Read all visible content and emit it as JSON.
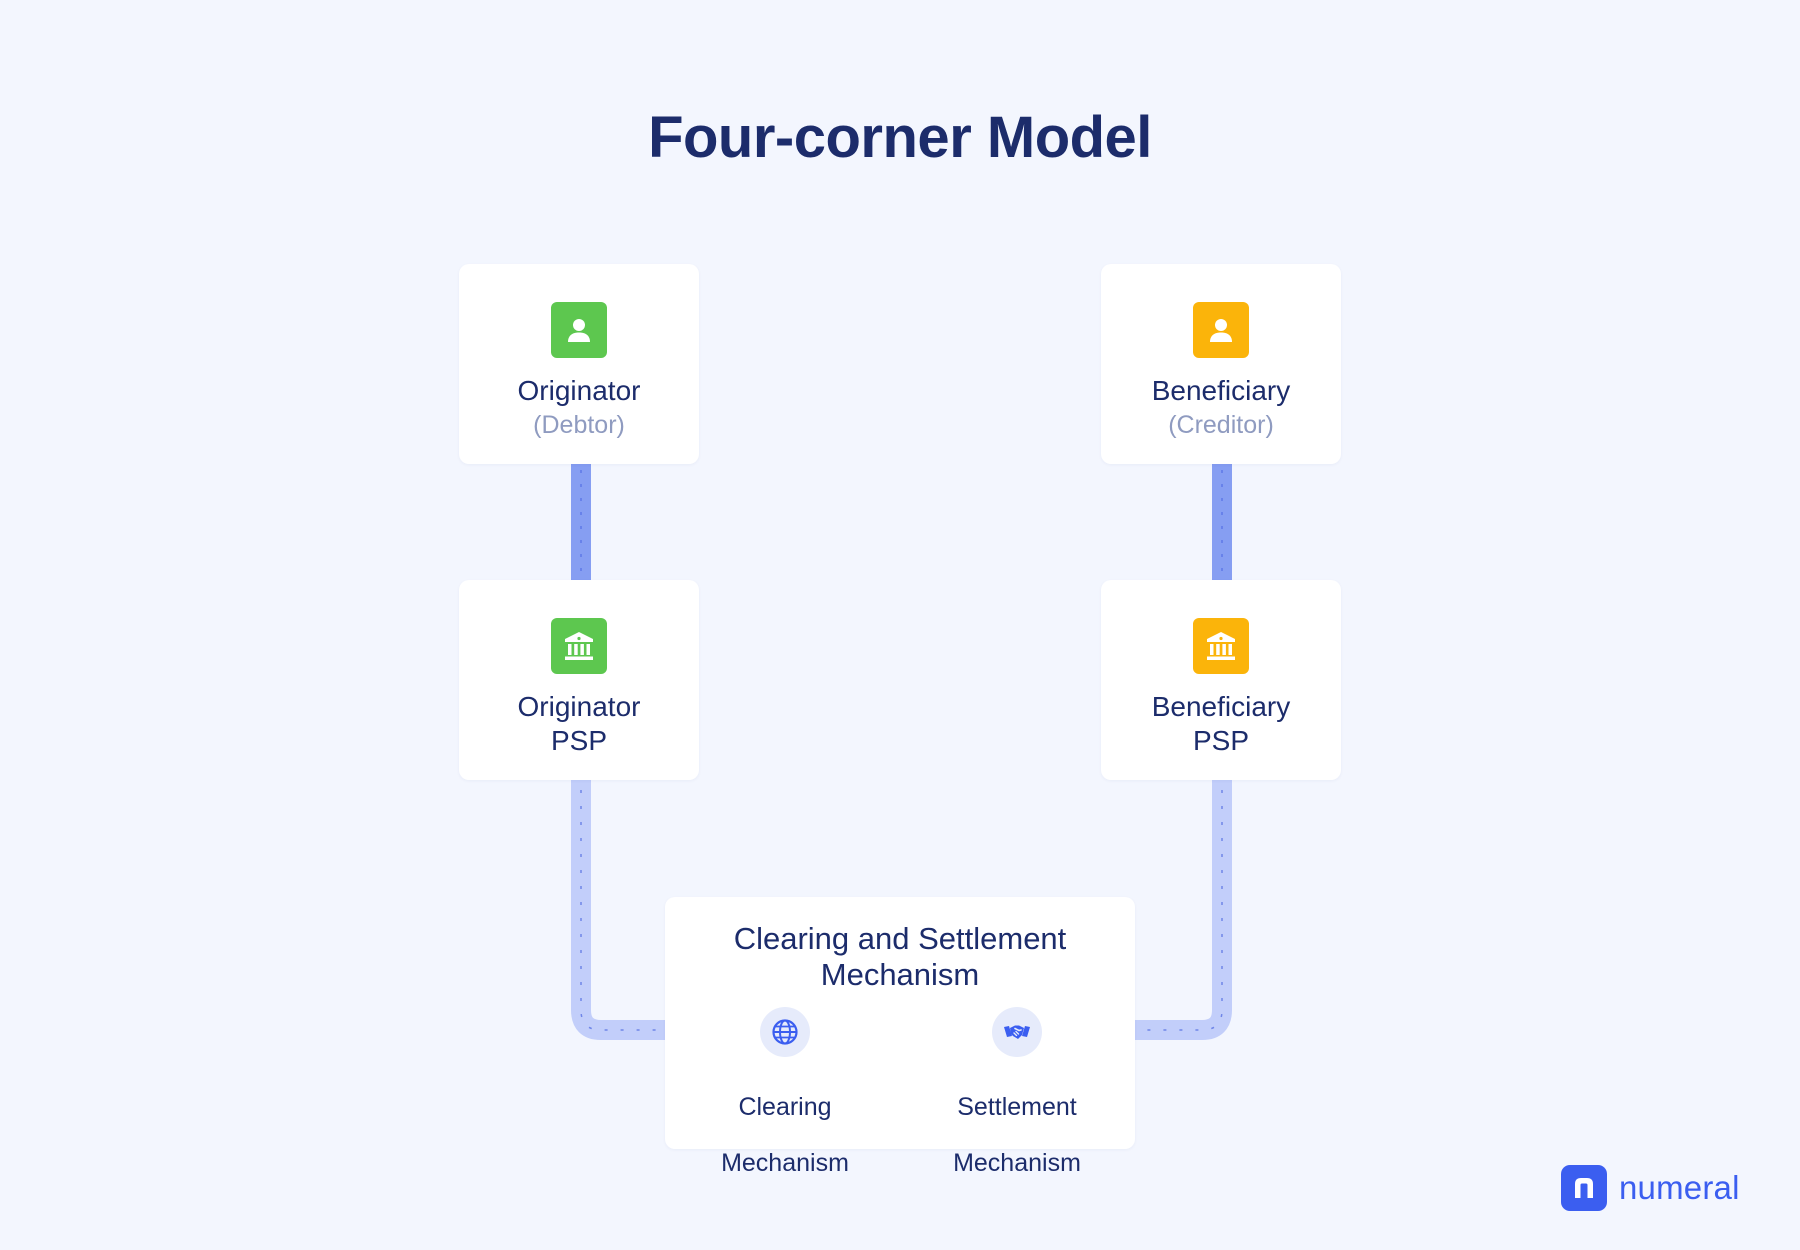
{
  "title": "Four-corner Model",
  "colors": {
    "originator": "#5dc74f",
    "beneficiary": "#fbb40a",
    "accent": "#3b5ef0",
    "connector_dark": "#869ef2",
    "connector_light": "#c2cefa",
    "text": "#1c2c6b",
    "muted": "#8f9bc0"
  },
  "originator": {
    "name": "Originator",
    "sub": "(Debtor)",
    "icon": "person-icon"
  },
  "beneficiary": {
    "name": "Beneficiary",
    "sub": "(Creditor)",
    "icon": "person-icon"
  },
  "originator_psp": {
    "line1": "Originator",
    "line2": "PSP",
    "icon": "bank-icon"
  },
  "beneficiary_psp": {
    "line1": "Beneficiary",
    "line2": "PSP",
    "icon": "bank-icon"
  },
  "csm": {
    "title_line1": "Clearing and Settlement",
    "title_line2": "Mechanism",
    "clearing": {
      "line1": "Clearing",
      "line2": "Mechanism",
      "icon": "globe-icon"
    },
    "settlement": {
      "line1": "Settlement",
      "line2": "Mechanism",
      "icon": "handshake-icon"
    }
  },
  "logo": {
    "text": "numeral",
    "icon": "numeral-logo-icon"
  }
}
